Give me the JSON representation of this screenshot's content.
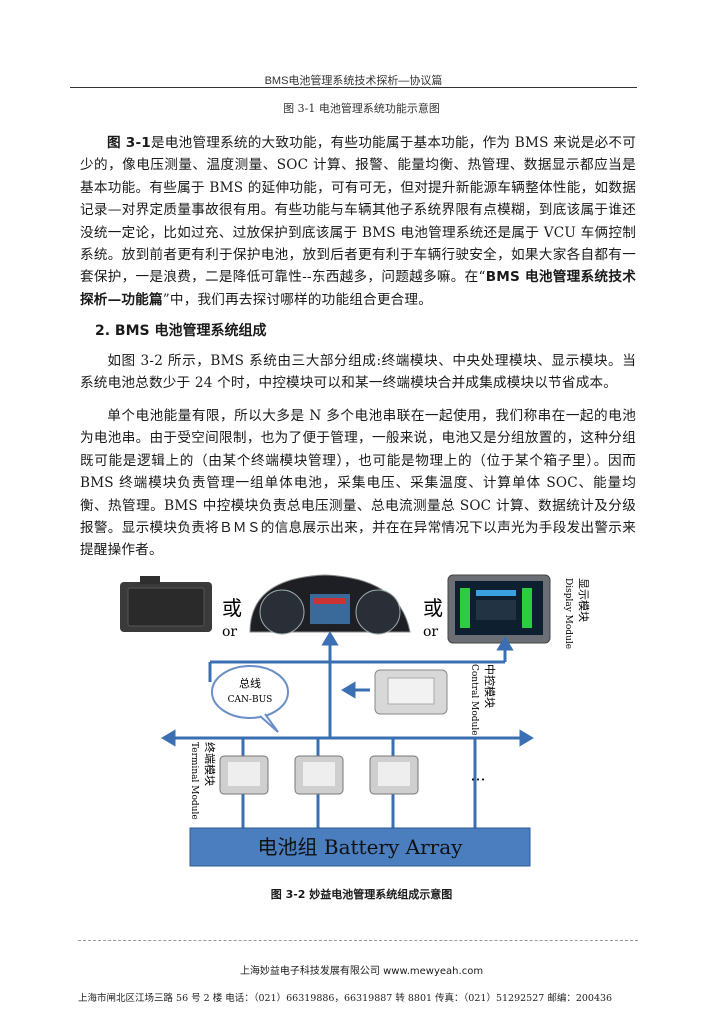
{
  "header": {
    "title": "BMS电池管理系统技术探析—协议篇"
  },
  "figure_top_caption": "图 3-1 电池管理系统功能示意图",
  "paragraph1": {
    "ref": "图 3-1",
    "text": "是电池管理系统的大致功能，有些功能属于基本功能，作为 BMS 来说是必不可少的，像电压测量、温度测量、SOC 计算、报警、能量均衡、热管理、数据显示都应当是基本功能。有些属于 BMS 的延伸功能，可有可无，但对提升新能源车辆整体性能，如数据记录—对界定质量事故很有用。有些功能与车辆其他子系统界限有点模糊，到底该属于谁还没统一定论，比如过充、过放保护到底该属于 BMS 电池管理系统还是属于 VCU 车俩控制系统。放到前者更有利于保护电池，放到后者更有利于车辆行驶安全，如果大家各自都有一套保护，一是浪费，二是降低可靠性--东西越多，问题越多嘛。在“",
    "bold": "BMS 电池管理系统技术探析—功能篇",
    "tail": "”中，我们再去探讨哪样的功能组合更合理。"
  },
  "section_title": "2. BMS 电池管理系统组成",
  "paragraph2": "如图 3-2 所示，BMS 系统由三大部分组成:终端模块、中央处理模块、显示模块。当系统电池总数少于 24 个时，中控模块可以和某一终端模块合并成集成模块以节省成本。",
  "paragraph3": "单个电池能量有限，所以大多是 N 多个电池串联在一起使用，我们称串在一起的电池为电池串。由于受空间限制，也为了便于管理，一般来说，电池又是分组放置的，这种分组既可能是逻辑上的（由某个终端模块管理），也可能是物理上的（位于某个箱子里）。因而 BMS 终端模块负责管理一组单体电池，采集电压、采集温度、计算单体 SOC、能量均衡、热管理。BMS 中控模块负责总电压测量、总电流测量总 SOC 计算、数据统计及分级报警。显示模块负责将ＢＭＳ的信息展示出来，并在在异常情况下以声光为手段发出警示来提醒操作者。",
  "figure": {
    "or_cn_1": "或",
    "or_en_1": "or",
    "or_cn_2": "或",
    "or_en_2": "or",
    "display_cn": "显示模块",
    "display_en": "Display Module",
    "control_cn": "中控模块",
    "control_en": "Contral Module",
    "bus_cn": "总线",
    "bus_en": "CAN-BUS",
    "terminal_cn": "终端模块",
    "terminal_en": "Terminal Module",
    "ellipsis": "···",
    "battery_label": "电池组 Battery Array",
    "colors": {
      "bus": "#3b6fb3",
      "battery": "#4a7ebf",
      "bubble": "#6a8fc8"
    }
  },
  "figure_caption": "图 3-2 妙益电池管理系统组成示意图",
  "footer": {
    "company": "上海妙益电子科技发展有限公司 www.mewyeah.com",
    "address": "上海市闸北区江场三路 56 号 2 楼   电话：（021）66319886，66319887 转 8801 传真：（021）51292527 邮编：200436"
  }
}
